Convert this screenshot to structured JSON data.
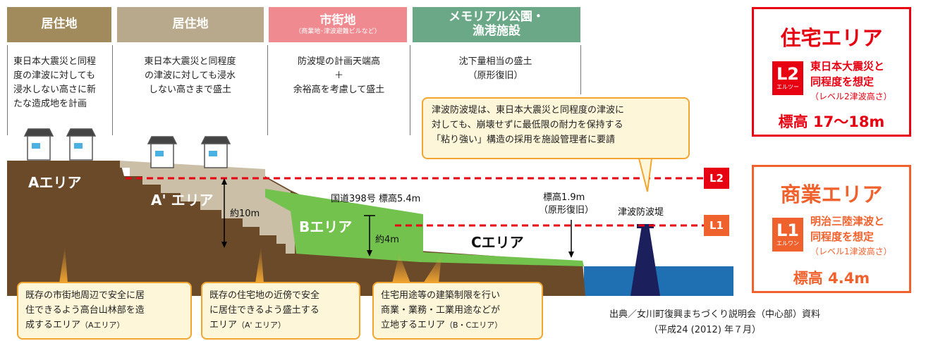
{
  "headers": [
    {
      "title": "居住地",
      "subtitle": "",
      "color": "#a18a5c"
    },
    {
      "title": "居住地",
      "subtitle": "",
      "color": "#b8a98c"
    },
    {
      "title": "市街地",
      "subtitle": "（商業地･津波避難ビルなど）",
      "color": "#ee8a90"
    },
    {
      "title": "メモリアル公園・",
      "title2": "漁港施設",
      "subtitle": "",
      "color": "#6aa887"
    }
  ],
  "descriptions": [
    {
      "lines": [
        "東日本大震災と同程",
        "度の津波に対しても",
        "浸水しない高さに新",
        "たな造成地を計画"
      ]
    },
    {
      "lines": [
        "東日本大震災と同程度",
        "の津波に対しても浸水",
        "しない高さまで盛土"
      ]
    },
    {
      "lines": [
        "防波堤の計画天端高",
        "＋",
        "余裕高を考慮して盛土"
      ]
    },
    {
      "lines": [
        "沈下量相当の盛土",
        "（原形復旧）"
      ]
    }
  ],
  "top_callout": {
    "lines": [
      "津波防波堤は、東日本大震災と同程度の津波に",
      "対しても、崩壊せずに最低限の耐力を保持する",
      "「粘り強い」構造の採用を施設管理者に要請"
    ]
  },
  "areas": {
    "a": "Aエリア",
    "a_prime": "A' エリア",
    "b": "Bエリア",
    "c": "Cエリア"
  },
  "labels": {
    "height_a_prime": "約10m",
    "height_b": "約4m",
    "route": "国道398号 標高5.4m",
    "elev_c_1": "標高1.9m",
    "elev_c_2": "（原形復旧）",
    "breakwater": "津波防波堤"
  },
  "level_tags": {
    "l2": "L2",
    "l1": "L1"
  },
  "bottom_callouts": [
    {
      "lines": [
        "既存の市街地周辺で安全に居",
        "住できるよう高台山林部を造",
        "成するエリア"
      ],
      "note": "（Aエリア）"
    },
    {
      "lines": [
        "既存の住宅地の近傍で安全",
        "に居住できるよう盛土する",
        "エリア"
      ],
      "note": "（A' エリア）"
    },
    {
      "lines": [
        "住宅用途等の建築制限を行い",
        "商業・業務・工業用途などが",
        "立地するエリア"
      ],
      "note": "（B・Cエリア）"
    }
  ],
  "panels": {
    "residential": {
      "title": "住宅エリア",
      "badge": "L2",
      "badge_sub": "エルツー",
      "text1": "東日本大震災と",
      "text2": "同程度を想定",
      "note": "（レベル2津波高さ）",
      "elevation": "標高 17〜18m",
      "color": "#e60012"
    },
    "commercial": {
      "title": "商業エリア",
      "badge": "L1",
      "badge_sub": "エルワン",
      "text1": "明治三陸津波と",
      "text2": "同程度を想定",
      "note": "（レベル1津波高さ）",
      "elevation": "標高 4.4m",
      "color": "#f0622d"
    }
  },
  "source": {
    "line1": "出典／女川町復興まちづくり説明会（中心部）資料",
    "line2": "（平成24 (2012) 年７月）"
  }
}
